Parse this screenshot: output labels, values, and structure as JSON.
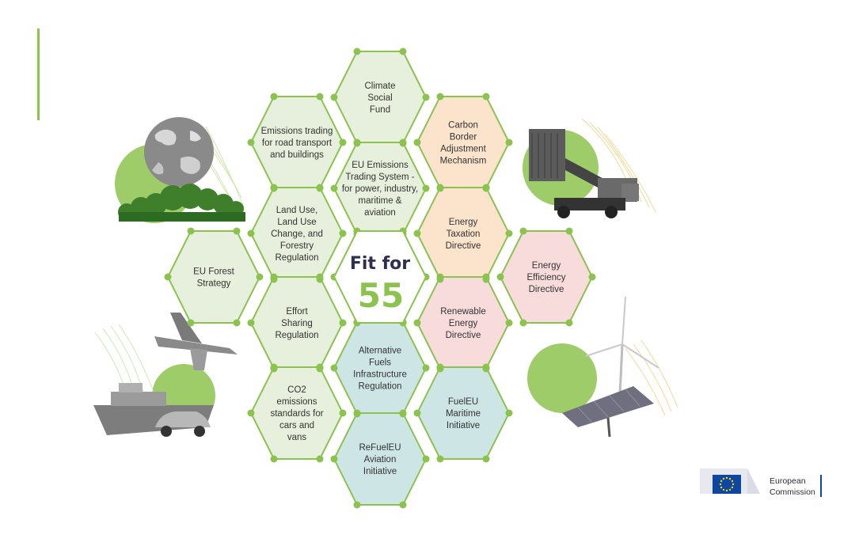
{
  "center": {
    "line1": "Fit for",
    "line2": "55"
  },
  "hexes": [
    {
      "id": "hex-climate-social-fund",
      "lines": [
        "Climate",
        "Social",
        "Fund"
      ],
      "fill": "#e6f0dc"
    },
    {
      "id": "hex-emissions-trading-road-buildings",
      "lines": [
        "Emissions trading",
        "for road transport",
        "and buildings"
      ],
      "fill": "#e6f0dc"
    },
    {
      "id": "hex-carbon-border-adjustment",
      "lines": [
        "Carbon",
        "Border",
        "Adjustment",
        "Mechanism"
      ],
      "fill": "#fbe3cc"
    },
    {
      "id": "hex-eu-ets",
      "lines": [
        "EU Emissions",
        "Trading System -",
        "for power, industry,",
        "maritime &",
        "aviation"
      ],
      "fill": "#e6f0dc"
    },
    {
      "id": "hex-land-use-forestry",
      "lines": [
        "Land Use,",
        "Land Use",
        "Change, and",
        "Forestry",
        "Regulation"
      ],
      "fill": "#e6f0dc"
    },
    {
      "id": "hex-energy-taxation",
      "lines": [
        "Energy",
        "Taxation",
        "Directive"
      ],
      "fill": "#fbe3cc"
    },
    {
      "id": "hex-eu-forest-strategy",
      "lines": [
        "EU Forest",
        "Strategy"
      ],
      "fill": "#e6f0dc"
    },
    {
      "id": "hex-energy-efficiency",
      "lines": [
        "Energy",
        "Efficiency",
        "Directive"
      ],
      "fill": "#f8dcdc"
    },
    {
      "id": "hex-effort-sharing",
      "lines": [
        "Effort",
        "Sharing",
        "Regulation"
      ],
      "fill": "#e6f0dc"
    },
    {
      "id": "hex-renewable-energy",
      "lines": [
        "Renewable",
        "Energy",
        "Directive"
      ],
      "fill": "#f8dcdc"
    },
    {
      "id": "hex-alternative-fuels",
      "lines": [
        "Alternative",
        "Fuels",
        "Infrastructure",
        "Regulation"
      ],
      "fill": "#cde5e5"
    },
    {
      "id": "hex-co2-standards",
      "lines": [
        "CO2",
        "emissions",
        "standards for",
        "cars and",
        "vans"
      ],
      "fill": "#e6f0dc"
    },
    {
      "id": "hex-fueleu-maritime",
      "lines": [
        "FuelEU",
        "Maritime",
        "Initiative"
      ],
      "fill": "#cde5e5"
    },
    {
      "id": "hex-refueleu-aviation",
      "lines": [
        "ReFuelEU",
        "Aviation",
        "Initiative"
      ],
      "fill": "#cde5e5"
    }
  ],
  "colors": {
    "border": "#8cc34f",
    "center_fill": "#ffffff",
    "accent": "#8cc34f",
    "eu_blue": "#0e47a1",
    "eu_star": "#ffd200"
  },
  "logo": {
    "line1": "European",
    "line2": "Commission"
  },
  "illustrations": [
    {
      "id": "globe-illustration",
      "icon": "globe-with-trees-icon"
    },
    {
      "id": "port-crane-illustration",
      "icon": "container-crane-icon"
    },
    {
      "id": "transport-illustration",
      "icon": "plane-ship-car-icon"
    },
    {
      "id": "renewables-illustration",
      "icon": "wind-turbine-solar-panel-icon"
    }
  ]
}
